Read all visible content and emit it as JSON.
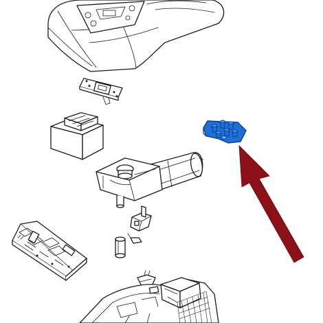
{
  "diagram": {
    "parts": [
      {
        "id": "top-cover",
        "icon": "housing-cover-icon"
      },
      {
        "id": "control-panel-board",
        "icon": "circuit-board-icon"
      },
      {
        "id": "transformer",
        "icon": "transformer-icon"
      },
      {
        "id": "highlighted-part",
        "icon": "button-keypad-icon",
        "highlighted": true
      },
      {
        "id": "gear-motor",
        "icon": "gear-motor-icon"
      },
      {
        "id": "limit-switch",
        "icon": "switch-icon"
      },
      {
        "id": "capacitor",
        "icon": "capacitor-icon"
      },
      {
        "id": "main-control-board",
        "icon": "circuit-board-icon"
      },
      {
        "id": "small-connector",
        "icon": "connector-icon"
      },
      {
        "id": "base-housing",
        "icon": "housing-base-icon"
      }
    ],
    "colors": {
      "highlight": "#1f6fd6",
      "highlight_outline": "#0a3f8a",
      "arrow": "#8b1018",
      "line": "#1a1a1a"
    }
  }
}
